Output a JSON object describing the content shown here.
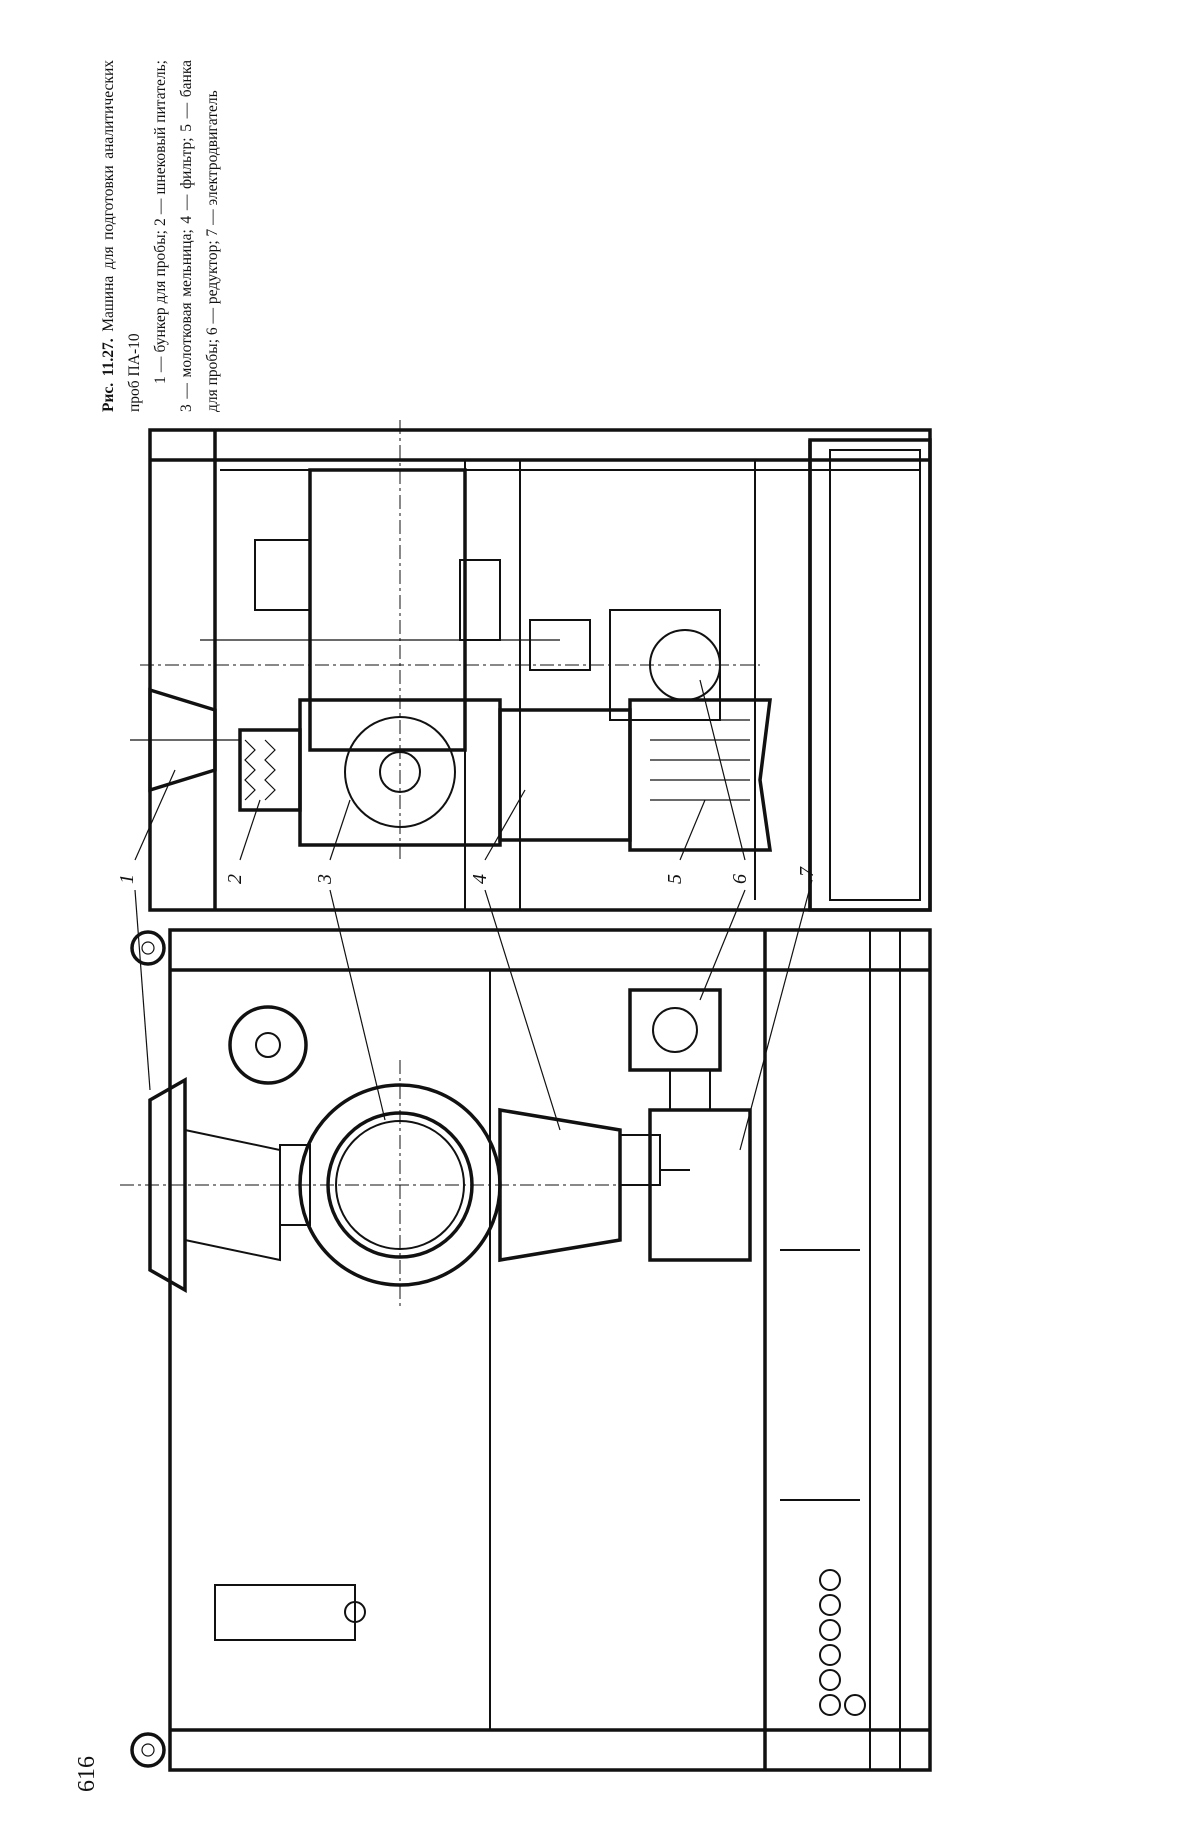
{
  "caption": {
    "figure_label": "Рис. 11.27.",
    "title": "Машина для подготовки аналитических проб ПА-10",
    "legend": "1 — бункер для пробы; 2 — шнековый питатель; 3 — молотковая мельница; 4 — фильтр; 5 — банка для пробы; 6 — редуктор; 7 — электродвигатель"
  },
  "callouts": [
    "1",
    "2",
    "3",
    "4",
    "5",
    "6",
    "7"
  ],
  "page_number": "616"
}
